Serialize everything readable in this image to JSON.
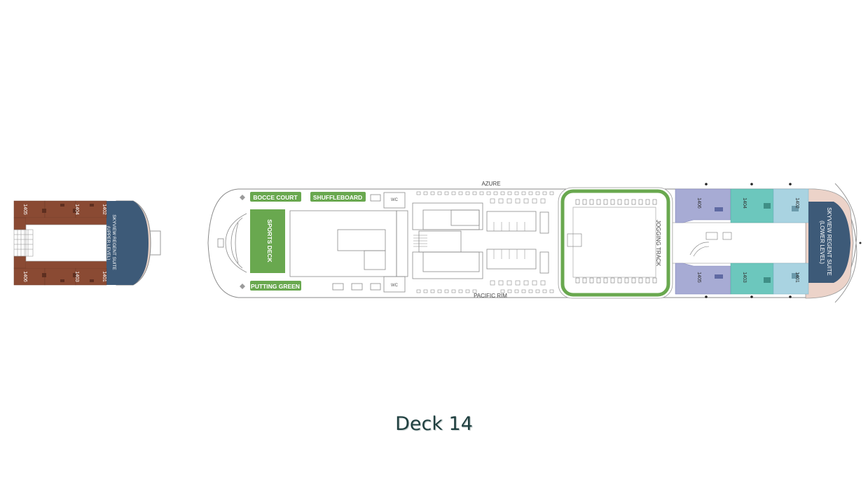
{
  "deck": {
    "title": "Deck 14"
  },
  "colors": {
    "suite_brown": "#8a4a33",
    "skyview_navy": "#3d5a78",
    "lavender": "#a7abd4",
    "teal": "#6cc7bd",
    "light_blue": "#a9d3e1",
    "green": "#69a84f",
    "outline": "#8a8a8a"
  },
  "upper": {
    "skyview_line1": "SKYVIEW REGENT SUITE",
    "skyview_line2": "(UPPER LEVEL)",
    "cabins": {
      "c1405": "1405",
      "c1404": "1404",
      "c1402": "1402",
      "c1403": "1403",
      "c1401": "1401",
      "c1406": "1406"
    }
  },
  "main": {
    "azure": "AZURE",
    "pacific_rim": "PACIFIC RIM",
    "bocce": "BOCCE COURT",
    "shuffleboard": "SHUFFLEBOARD",
    "sports_deck": "SPORTS DECK",
    "putting_green": "PUTTING GREEN",
    "jogging_track": "JOGGING TRACK",
    "wc": "WC",
    "skyview_line1": "SKYVIEW REGENT SUITE",
    "skyview_line2": "(LOWER LEVEL)",
    "cabins": {
      "c1406": "1406",
      "c1404": "1404",
      "c1402": "1402",
      "c1405": "1405",
      "c1403": "1403",
      "c1401": "1401"
    }
  }
}
